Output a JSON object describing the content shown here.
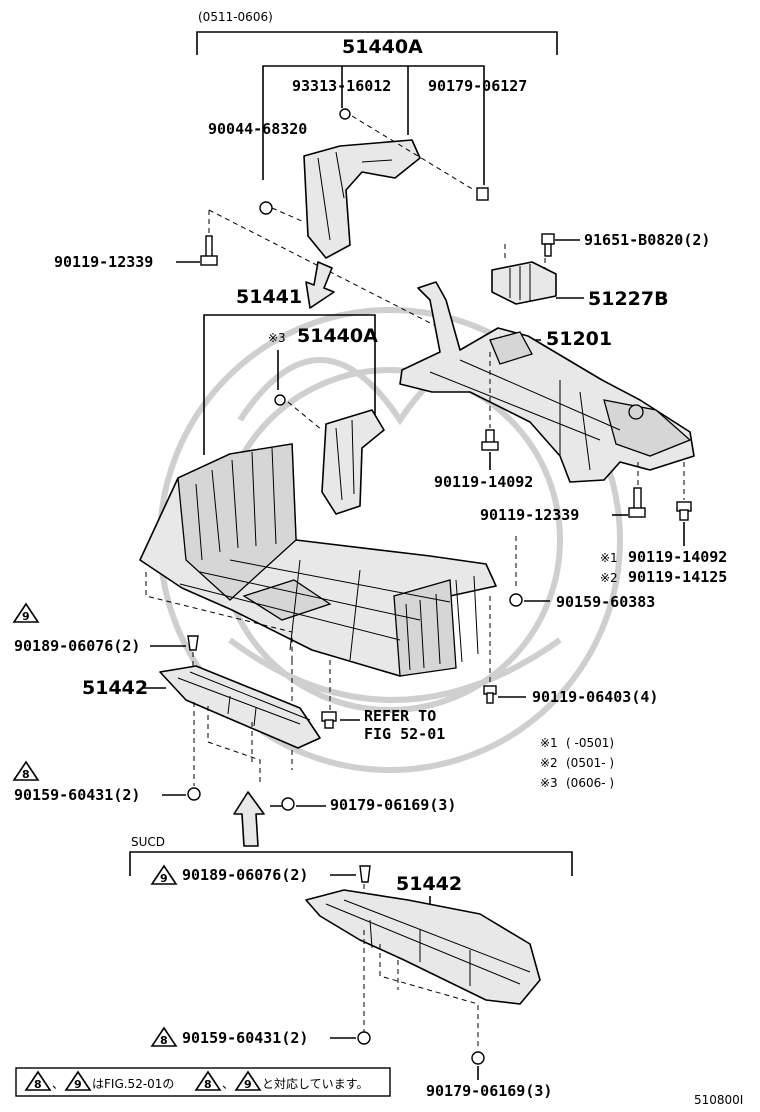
{
  "header": {
    "date_range": "(0511-0606)",
    "main_part": "51440A"
  },
  "labels": {
    "p93313": "93313-16012",
    "p90179a": "90179-06127",
    "p90044": "90044-68320",
    "p90119_12339a": "90119-12339",
    "p91651": "91651-B0820(2)",
    "p51227b": "51227B",
    "p51441": "51441",
    "p51440a_2": "51440A",
    "p51440a_2_mark": "※3",
    "p51201": "51201",
    "p90119_14092a": "90119-14092",
    "p90119_12339b": "90119-12339",
    "p90119_14092b": "90119-14092",
    "p90119_14092b_mark": "※1",
    "p90119_14125": "90119-14125",
    "p90119_14125_mark": "※2",
    "p90159_60383": "90159-60383",
    "p90189a": "90189-06076(2)",
    "p51442a": "51442",
    "p90119_06403": "90119-06403(4)",
    "refer1": "REFER TO",
    "refer2": "FIG 52-01",
    "p90159_60431a": "90159-60431(2)",
    "p90179_06169a": "90179-06169(3)",
    "sucd": "SUCD",
    "p90189b": "90189-06076(2)",
    "p51442b": "51442",
    "p90159_60431b": "90159-60431(2)",
    "p90179_06169b": "90179-06169(3)",
    "figure_code": "510800I"
  },
  "markers": {
    "m8": "8",
    "m9": "9"
  },
  "notes": [
    {
      "mark": "※1",
      "range": "(       -0501)"
    },
    {
      "mark": "※2",
      "range": "(0501-       )"
    },
    {
      "mark": "※3",
      "range": "(0606-       )"
    }
  ],
  "footnote": {
    "sep": "、",
    "text_a": "はFIG.52-01の",
    "text_b": "と対応しています。"
  }
}
